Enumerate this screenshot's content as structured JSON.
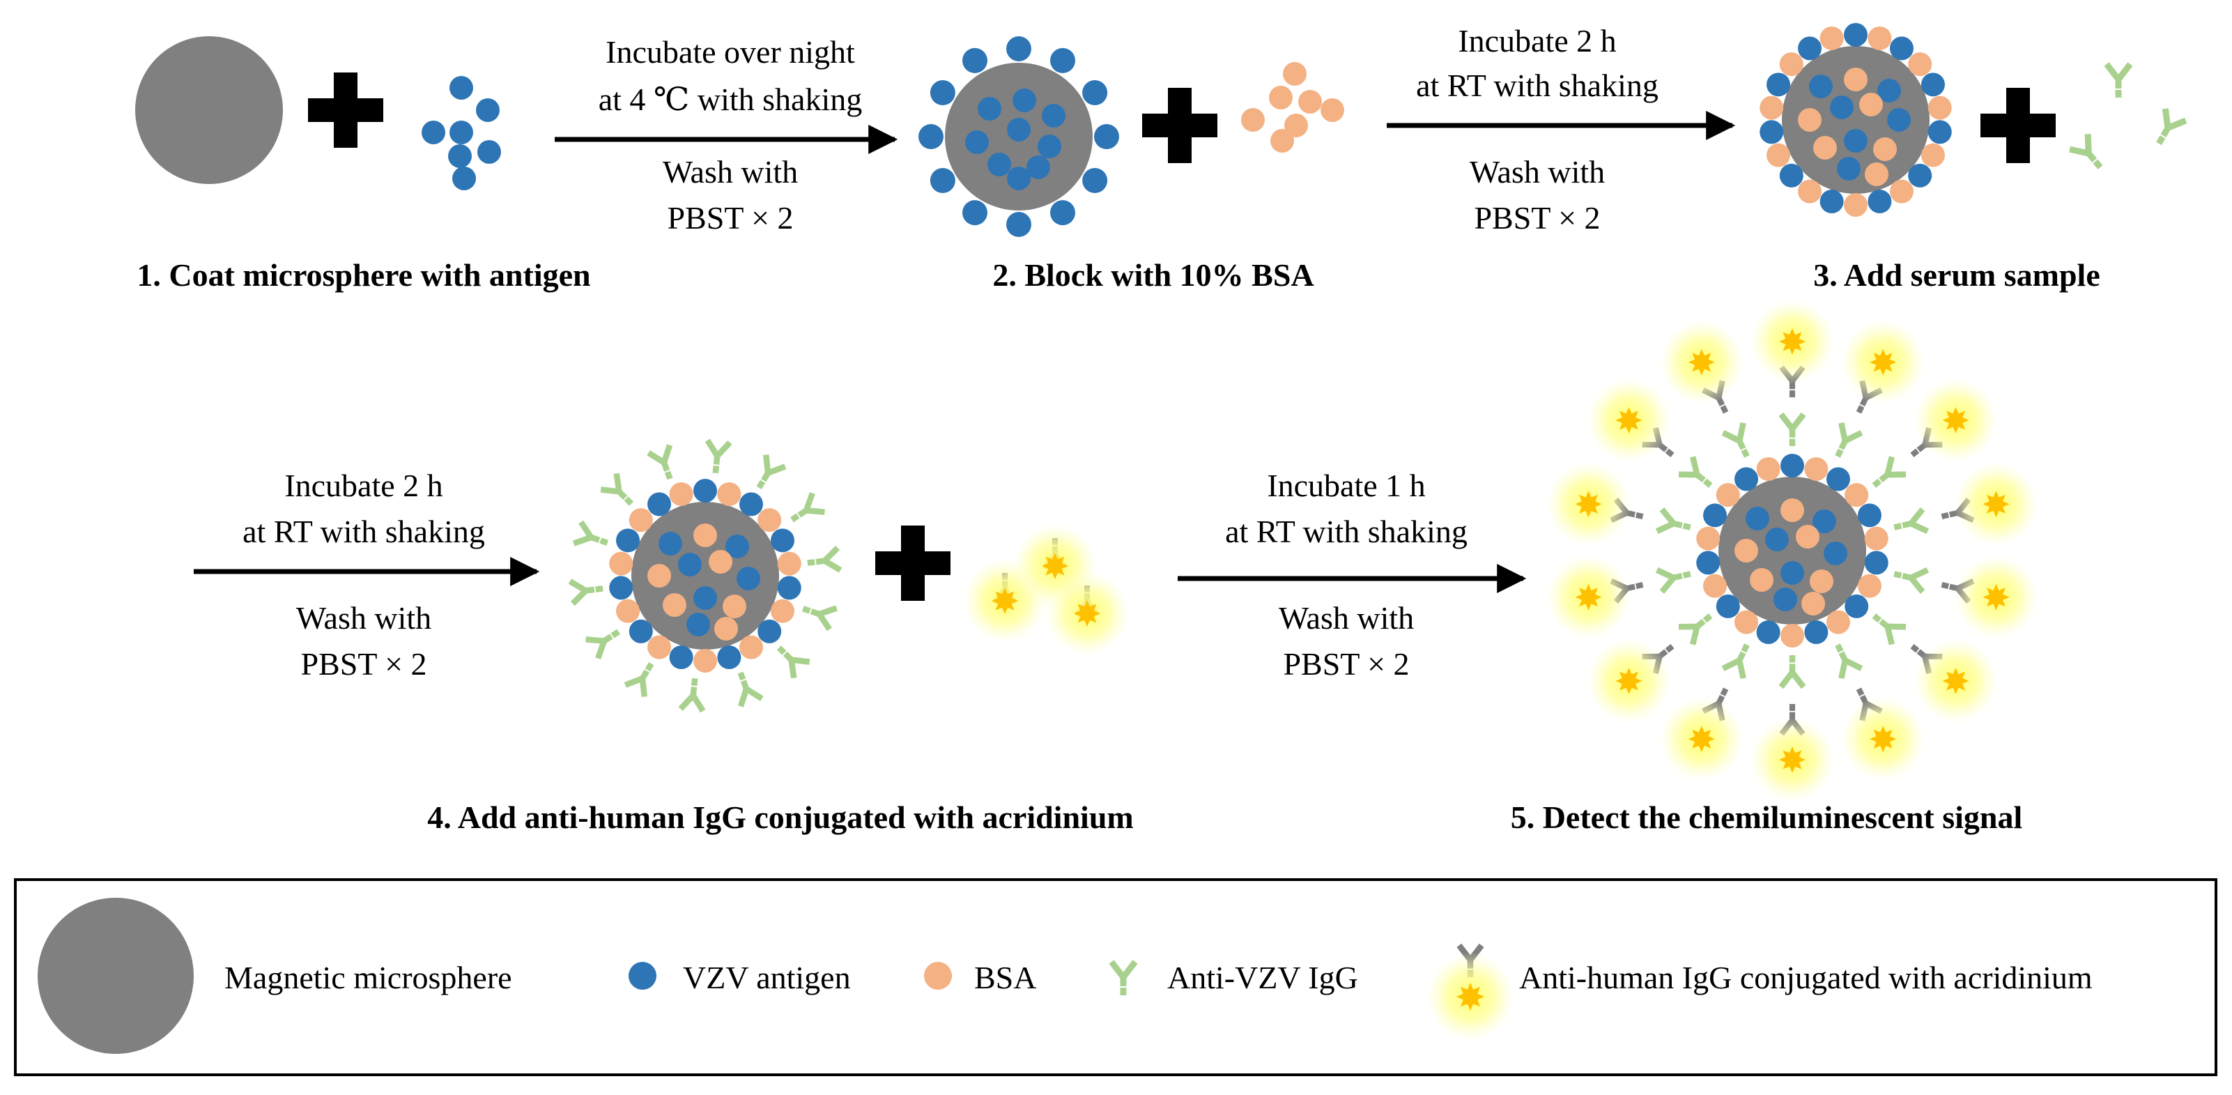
{
  "colors": {
    "microsphere": "#808080",
    "antigen": "#2e75b6",
    "bsa": "#f4b183",
    "anti_vzv_igg": "#a9d18e",
    "anti_human_igg": "#7f7f7f",
    "acridinium_star": "#ffc000",
    "glow": "#ffff66",
    "plus": "#000000",
    "arrow": "#000000"
  },
  "transitions": [
    {
      "line1": "Incubate over night",
      "line2": "at 4 ℃ with shaking",
      "line3": "Wash with",
      "line4": "PBST × 2"
    },
    {
      "line1": "Incubate 2  h",
      "line2": "at RT with shaking",
      "line3": "Wash with",
      "line4": "PBST × 2"
    },
    {
      "line1": "Incubate 2  h",
      "line2": "at RT with shaking",
      "line3": "Wash with",
      "line4": "PBST × 2"
    },
    {
      "line1": "Incubate 1  h",
      "line2": "at RT with shaking",
      "line3": "Wash with",
      "line4": "PBST × 2"
    }
  ],
  "steps": [
    "1. Coat microsphere with antigen",
    "2. Block with 10% BSA",
    "3. Add serum sample",
    "4. Add anti-human IgG conjugated with acridinium",
    "5. Detect the chemiluminescent signal"
  ],
  "legend": [
    {
      "label": "Magnetic microsphere",
      "icon": "microsphere-icon"
    },
    {
      "label": "VZV antigen",
      "icon": "antigen-dot-icon"
    },
    {
      "label": "BSA",
      "icon": "bsa-dot-icon"
    },
    {
      "label": "Anti-VZV IgG",
      "icon": "antibody-green-icon"
    },
    {
      "label": "Anti-human IgG conjugated with acridinium",
      "icon": "acridinium-antibody-icon"
    }
  ]
}
